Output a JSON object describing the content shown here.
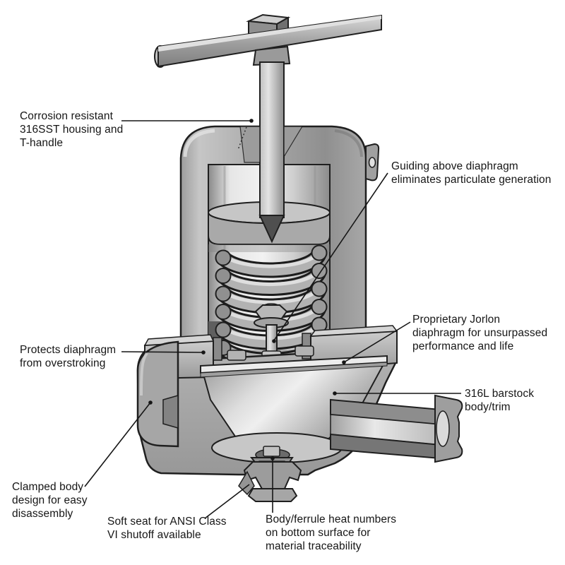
{
  "figure": {
    "description": "Cutaway technical illustration of a manual diaphragm valve with T-handle, coil spring, diaphragm, barstock body, side outlet ferrule and bottom seat",
    "background_color": "#ffffff",
    "line_color": "#1f1f1f",
    "metal_grays": [
      "#f2f2f2",
      "#c6c6c6",
      "#a6a6a6",
      "#8d8d8d",
      "#6b6b6b",
      "#4e4e4e"
    ],
    "callouts": [
      {
        "id": "t-handle-housing",
        "text": "Corrosion resistant\n316SST housing and\nT-handle"
      },
      {
        "id": "guiding",
        "text": "Guiding above diaphragm\neliminates particulate generation"
      },
      {
        "id": "overstroke",
        "text": "Protects diaphragm\nfrom overstroking"
      },
      {
        "id": "jorlon-diaphragm",
        "text": "Proprietary Jorlon\ndiaphragm for unsurpassed\nperformance and life"
      },
      {
        "id": "barstock-body",
        "text": "316L barstock\nbody/trim"
      },
      {
        "id": "clamped-body",
        "text": "Clamped body\ndesign for easy\ndisassembly"
      },
      {
        "id": "soft-seat",
        "text": "Soft seat for ANSI Class\nVI shutoff available"
      },
      {
        "id": "heat-numbers",
        "text": "Body/ferrule heat numbers\non bottom surface for\nmaterial traceability"
      }
    ]
  }
}
